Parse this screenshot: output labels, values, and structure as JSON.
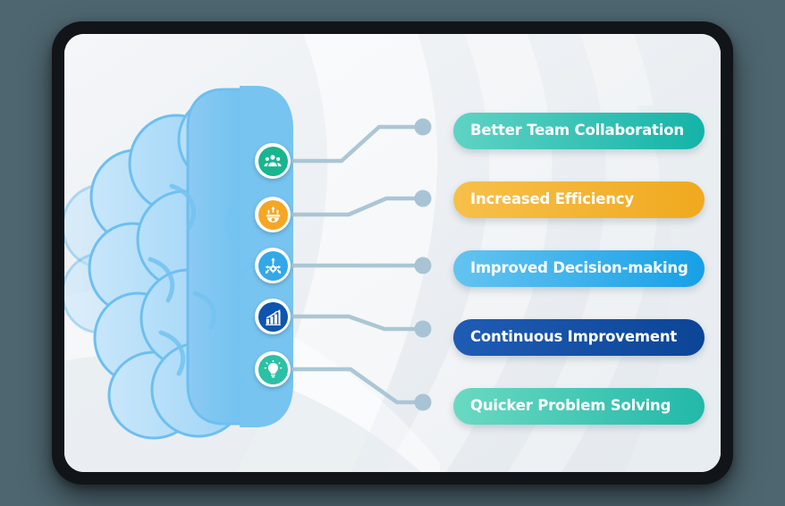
{
  "graphic": {
    "type": "benefits-infographic",
    "central_figure": "brain-illustration",
    "outer_background_color": "#4e6670",
    "device_bezel_color": "#111418",
    "screen_background_color": "#eef1f4",
    "connector_color": "#a8c4d4"
  },
  "brain": {
    "name": "brain-illustration",
    "fill_light": "#b3ddf7",
    "fill_mid": "#9ed4f5",
    "fill_right": "#6ec1f0",
    "stroke": "#61b8ed"
  },
  "benefits": [
    {
      "label": "Better Team Collaboration",
      "icon": "people-group-icon",
      "icon_color": "#19b58f",
      "pill_from": "#5fd3c4",
      "pill_to": "#14b3a8"
    },
    {
      "label": "Increased Efficiency",
      "icon": "efficiency-rocket-icon",
      "icon_color": "#f5a623",
      "pill_from": "#f7c04a",
      "pill_to": "#f0a91f"
    },
    {
      "label": "Improved Decision-making",
      "icon": "decision-arrows-gear-icon",
      "icon_color": "#33a8e8",
      "pill_from": "#64c4f0",
      "pill_to": "#17a0e6"
    },
    {
      "label": "Continuous Improvement",
      "icon": "growth-bar-chart-icon",
      "icon_color": "#0d55ad",
      "pill_from": "#1f5cb4",
      "pill_to": "#0c4596"
    },
    {
      "label": "Quicker Problem Solving",
      "icon": "lightbulb-idea-icon",
      "icon_color": "#2cc0a4",
      "pill_from": "#6ad9c2",
      "pill_to": "#22b8a8"
    }
  ]
}
